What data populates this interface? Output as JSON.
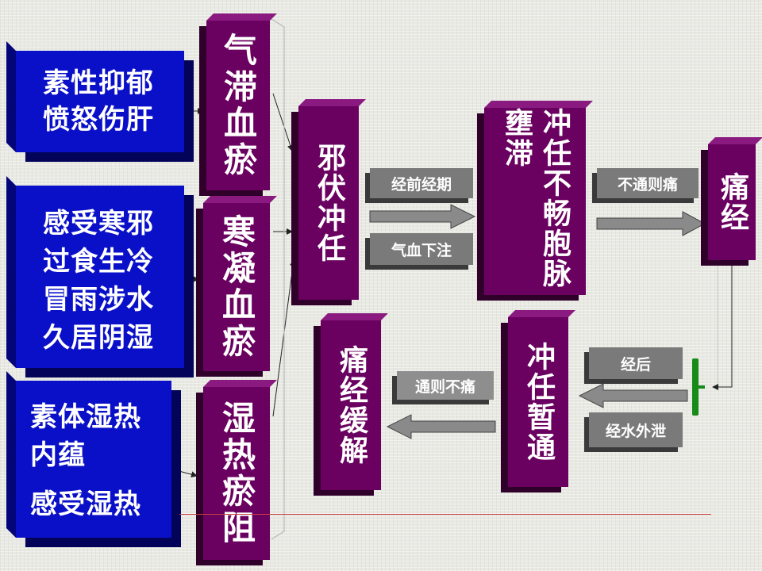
{
  "causes": [
    {
      "id": "c1",
      "lines": [
        "素性抑郁",
        "愤怒伤肝"
      ]
    },
    {
      "id": "c2",
      "lines": [
        "感受寒邪",
        "过食生冷",
        "冒雨涉水",
        "久居阴湿"
      ]
    },
    {
      "id": "c3",
      "lines": [
        "素体湿热",
        "内蕴",
        "",
        "感受湿热"
      ]
    }
  ],
  "mechanisms": {
    "qi_stagnation": "气滞血瘀",
    "cold_stagnation": "寒凝血瘀",
    "damp_heat": "湿热瘀阻"
  },
  "pathogen": "邪伏冲任",
  "chips": {
    "before_period": "经前经期",
    "qi_blood_down": "气血下注",
    "no_flow_pain": "不通则痛",
    "after_period": "经后",
    "menses_drain": "经水外泄",
    "flow_no_pain": "通则不痛"
  },
  "blockage": "冲任不畅胞脉壅滞",
  "dysmenorrhea": "痛经",
  "unblocked": "冲任暂通",
  "relief": "痛经缓解"
}
